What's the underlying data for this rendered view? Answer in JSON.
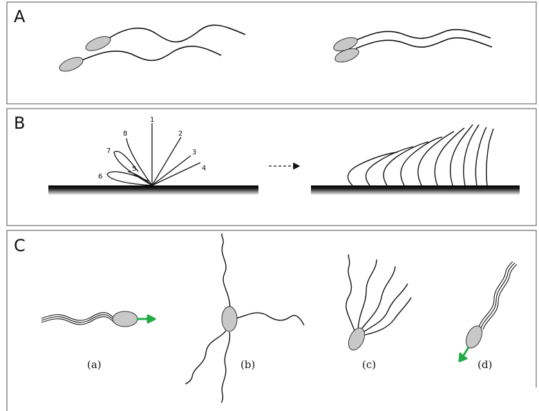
{
  "panels": {
    "a": {
      "label": "A"
    },
    "b": {
      "label": "B",
      "angle_labels": [
        "1",
        "2",
        "3",
        "4",
        "5",
        "6",
        "7",
        "8"
      ]
    },
    "c": {
      "label": "C",
      "sublabels": [
        "(a)",
        "(b)",
        "(c)",
        "(d)"
      ]
    }
  },
  "colors": {
    "frame": "#6d6d6d",
    "ink": "#111111",
    "cell_fill": "#c8c8c8",
    "arrow_green": "#22aa44"
  }
}
